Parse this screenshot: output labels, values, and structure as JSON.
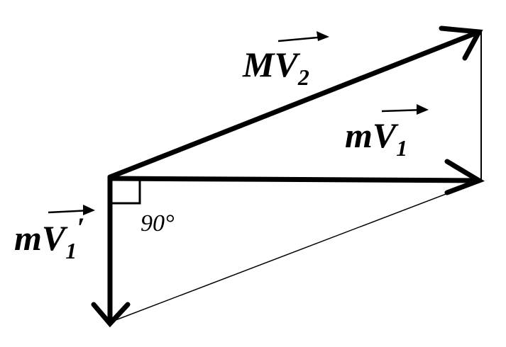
{
  "vectors": {
    "MV2": {
      "base": "MV",
      "sub": "2"
    },
    "mV1": {
      "base": "mV",
      "sub": "1"
    },
    "mV1_prime": {
      "base": "mV",
      "sub": "1",
      "prime": "′"
    }
  },
  "angle": {
    "label": "90°"
  },
  "colors": {
    "ink": "#000000",
    "background": "#ffffff"
  }
}
